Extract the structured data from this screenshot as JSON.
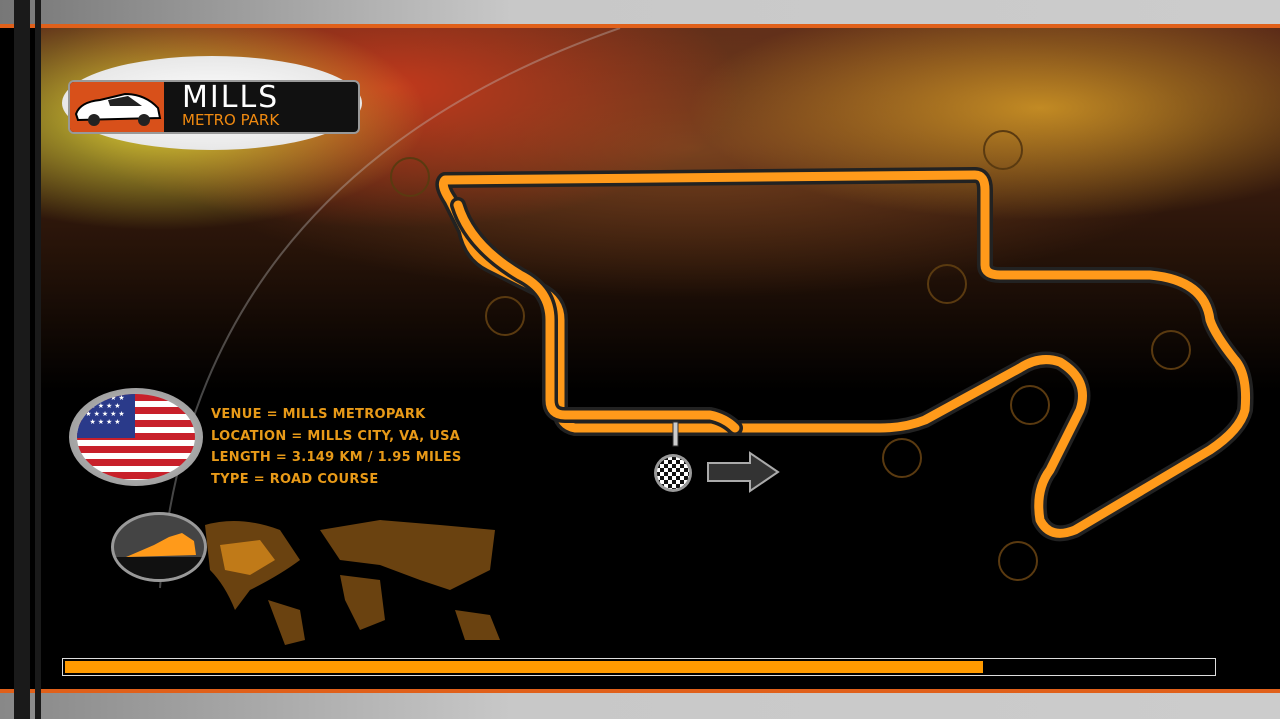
{
  "logo": {
    "title": "MILLS",
    "subtitle": "METRO PARK"
  },
  "track_info": {
    "venue": "VENUE = MILLS METROPARK",
    "location": "LOCATION = MILLS CITY, VA, USA",
    "length": "LENGTH = 3.149 KM / 1.95 MILES",
    "type": "TYPE = ROAD COURSE"
  },
  "loading": {
    "progress": 0.8
  },
  "colors": {
    "accent": "#ff9a00",
    "track": "#ff9a1a",
    "frame": "#e0601a"
  },
  "icons": [
    "us-flag-icon",
    "virginia-map-icon",
    "world-map-icon",
    "checkered-flag-icon",
    "arrow-right-icon"
  ]
}
